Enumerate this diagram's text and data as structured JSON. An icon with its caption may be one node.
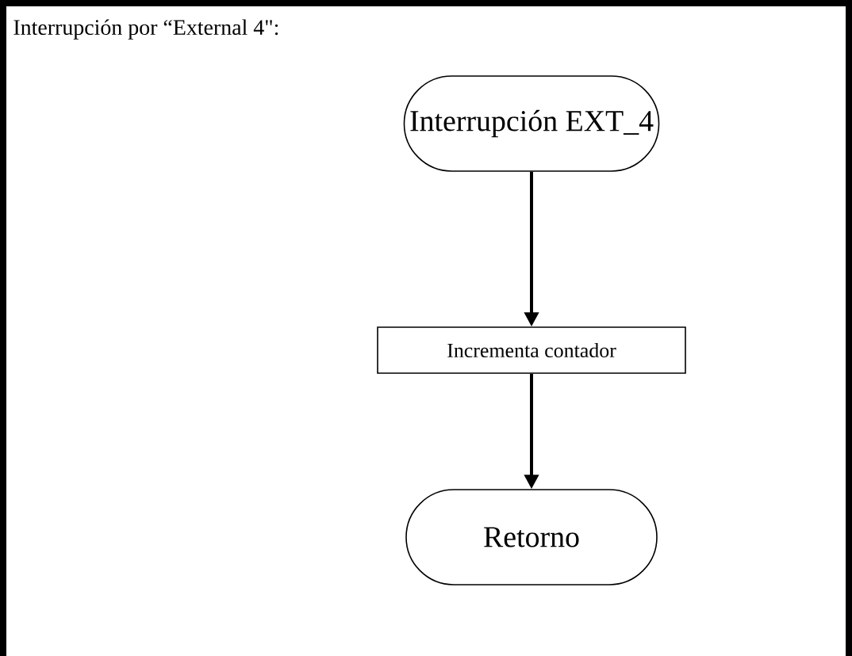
{
  "diagram": {
    "title": "Interrupción por “External 4\":",
    "nodes": [
      {
        "text": [
          "Interrupción EXT_4"
        ]
      },
      {
        "text": [
          "Incrementa contador"
        ]
      },
      {
        "text": [
          "Retorno"
        ]
      }
    ],
    "edges": [
      {
        "from": 0,
        "to": 1,
        "arrow": "to"
      },
      {
        "from": 1,
        "to": 2,
        "arrow": "to"
      }
    ]
  }
}
